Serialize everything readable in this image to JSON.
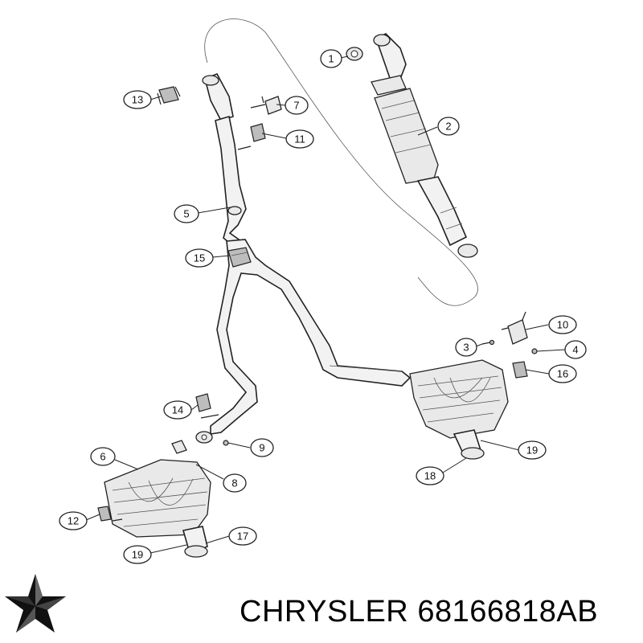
{
  "callouts": [
    "1",
    "2",
    "3",
    "4",
    "5",
    "6",
    "7",
    "8",
    "9",
    "10",
    "11",
    "12",
    "13",
    "14",
    "15",
    "16",
    "17",
    "18",
    "19",
    "19"
  ],
  "caption": {
    "brand": "CHRYSLER",
    "part_number": "68166818AB"
  },
  "logo": {
    "name": "pentastar-logo-icon"
  }
}
